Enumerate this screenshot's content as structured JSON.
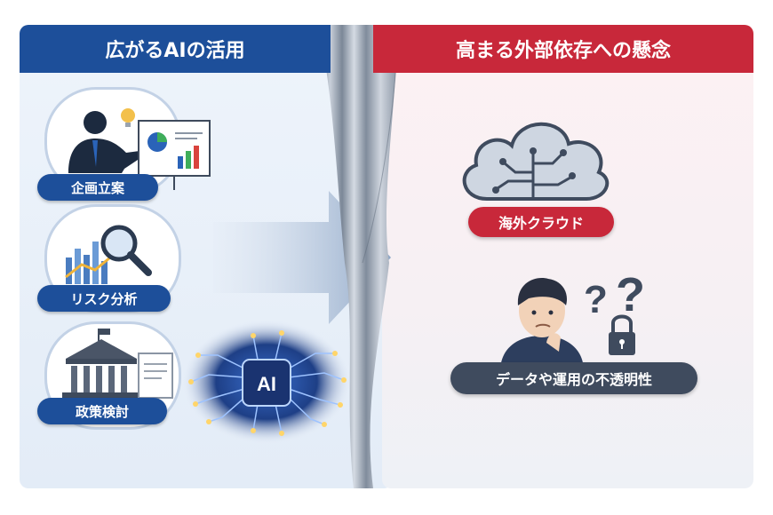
{
  "left": {
    "title": "広がるAIの活用",
    "items": [
      {
        "label": "企画立案",
        "icon": "presentation-icon"
      },
      {
        "label": "リスク分析",
        "icon": "analytics-magnifier-icon"
      },
      {
        "label": "政策検討",
        "icon": "government-building-icon"
      }
    ],
    "ai_chip_label": "AI"
  },
  "right": {
    "title": "高まる外部依存への懸念",
    "cloud_label": "海外クラウド",
    "opacity_label": "データや運用の不透明性"
  },
  "colors": {
    "left_accent": "#1d4f9a",
    "right_accent": "#c8283a",
    "dark_pill": "#3f4b5e"
  }
}
